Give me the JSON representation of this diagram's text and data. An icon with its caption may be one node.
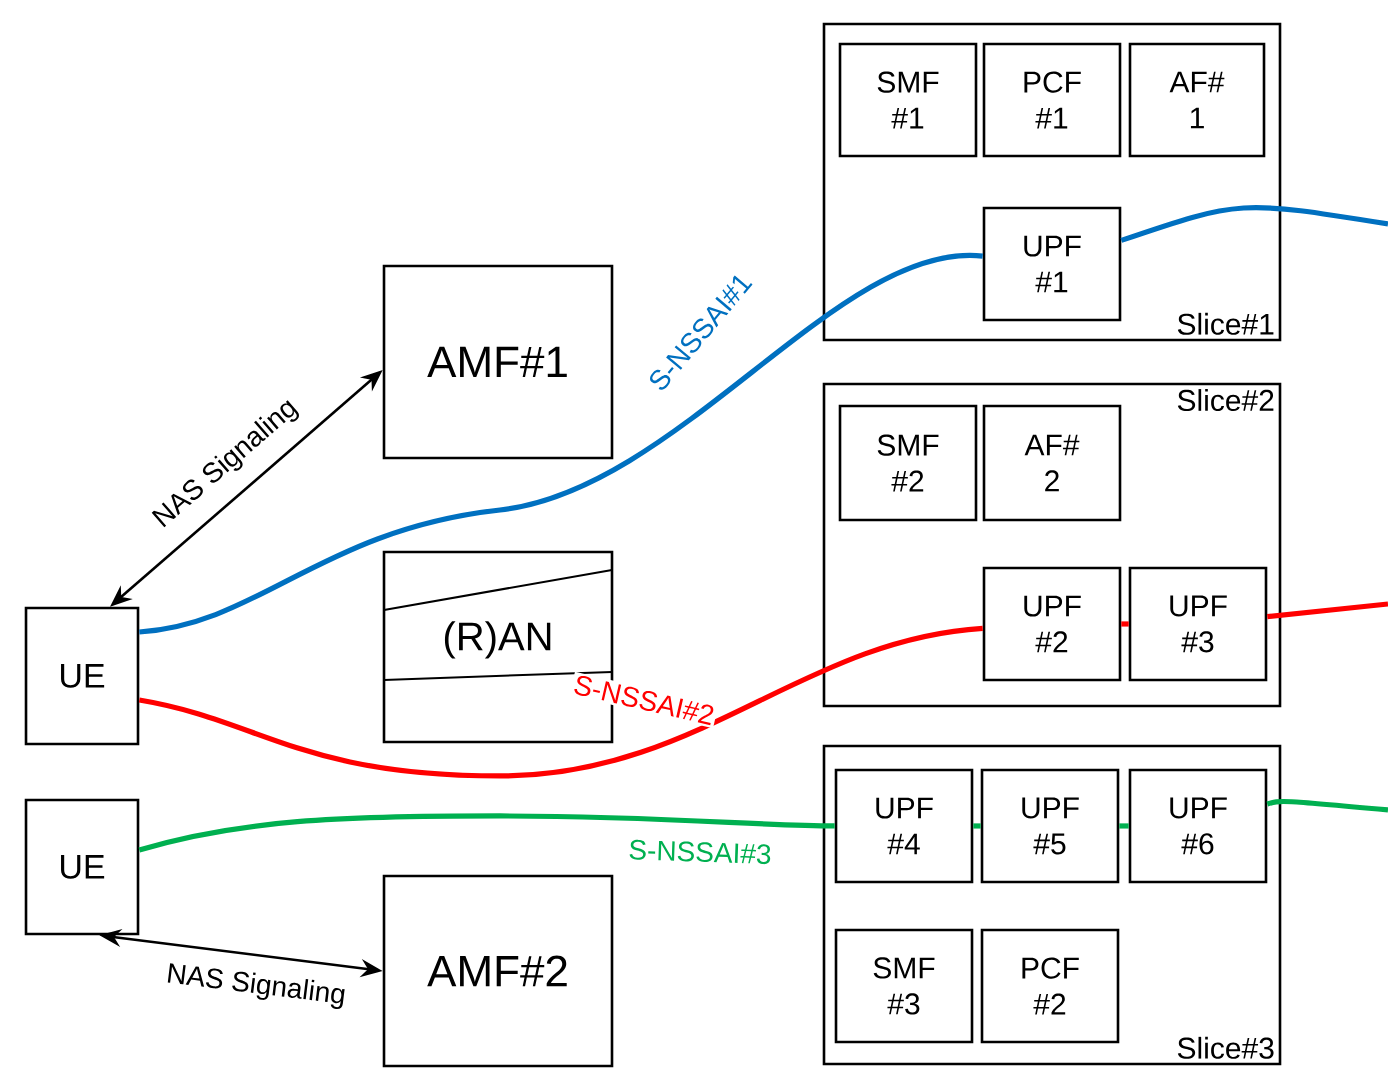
{
  "diagram": {
    "nodes": [
      {
        "text": [
          "UE"
        ]
      },
      {
        "text": [
          "UE"
        ]
      },
      {
        "text": [
          "AMF#1"
        ]
      },
      {
        "text": [
          "(R)AN"
        ]
      },
      {
        "text": [
          "AMF#2"
        ]
      },
      {
        "text": [
          "Slice#1"
        ]
      },
      {
        "text": [
          "SMF #1"
        ],
        "in": 5
      },
      {
        "text": [
          "PCF #1"
        ],
        "in": 5
      },
      {
        "text": [
          "AF# 1"
        ],
        "in": 5
      },
      {
        "text": [
          "UPF #1"
        ],
        "in": 5
      },
      {
        "text": [
          "Slice#2"
        ]
      },
      {
        "text": [
          "SMF #2"
        ],
        "in": 10
      },
      {
        "text": [
          "AF# 2"
        ],
        "in": 10
      },
      {
        "text": [
          "UPF #2"
        ],
        "in": 10
      },
      {
        "text": [
          "UPF #3"
        ],
        "in": 10
      },
      {
        "text": [
          "Slice#3"
        ]
      },
      {
        "text": [
          "UPF #4"
        ],
        "in": 15
      },
      {
        "text": [
          "UPF #5"
        ],
        "in": 15
      },
      {
        "text": [
          "UPF #6"
        ],
        "in": 15
      },
      {
        "text": [
          "SMF #3"
        ],
        "in": 15
      },
      {
        "text": [
          "PCF #2"
        ],
        "in": 15
      }
    ],
    "edges": [
      {
        "from": 0,
        "to": 2,
        "arrow": "both",
        "label": "NAS Signaling",
        "color": "#000000"
      },
      {
        "from": 1,
        "to": 4,
        "arrow": "both",
        "label": "NAS Signaling",
        "color": "#000000"
      },
      {
        "from": 0,
        "to": 9,
        "arrow": "none",
        "label": "S-NSSAI#1",
        "color": "#0070c0"
      },
      {
        "from": 9,
        "to": null,
        "arrow": "none",
        "color": "#0070c0"
      },
      {
        "from": 0,
        "to": 13,
        "arrow": "none",
        "label": "S-NSSAI#2",
        "color": "#ff0000"
      },
      {
        "from": 13,
        "to": 14,
        "arrow": "none",
        "color": "#ff0000"
      },
      {
        "from": 14,
        "to": null,
        "arrow": "none",
        "color": "#ff0000"
      },
      {
        "from": 1,
        "to": 16,
        "arrow": "none",
        "label": "S-NSSAI#3",
        "color": "#00b050"
      },
      {
        "from": 16,
        "to": 17,
        "arrow": "none",
        "color": "#00b050"
      },
      {
        "from": 17,
        "to": 18,
        "arrow": "none",
        "color": "#00b050"
      },
      {
        "from": 18,
        "to": null,
        "arrow": "none",
        "color": "#00b050"
      }
    ]
  }
}
